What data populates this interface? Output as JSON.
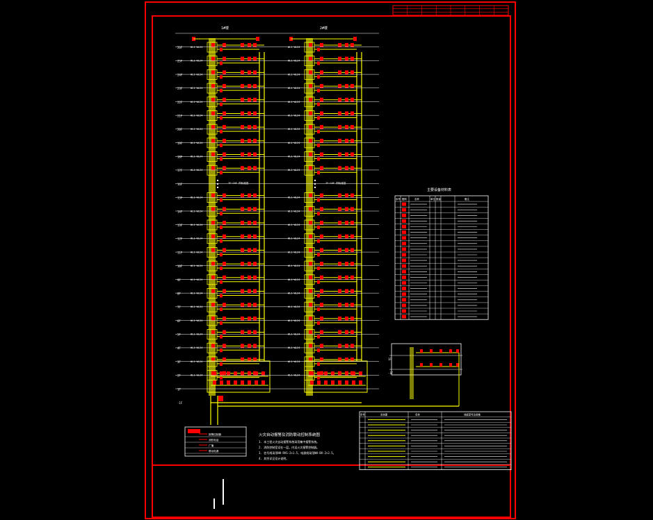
{
  "title_block": {
    "rows": 3,
    "cols": 8
  },
  "riser_diagram": {
    "block_a_header": "1#楼",
    "block_b_header": "2#楼",
    "floor_labels": [
      "26F",
      "25F",
      "24F",
      "23F",
      "22F",
      "21F",
      "20F",
      "19F",
      "18F",
      "17F",
      "16F",
      "15F",
      "14F",
      "13F",
      "12F",
      "11F",
      "10F",
      "9F",
      "8F",
      "7F",
      "6F",
      "5F",
      "4F",
      "3F",
      "2F",
      "1F",
      "-1F"
    ],
    "riser_tags": [
      "WL1~WL24"
    ],
    "skip_note": "7F~18F 同标准层",
    "podium_label": "1F",
    "podium_label_b": "-1F",
    "colors": {
      "wire": "#ffff00",
      "device": "#ff0000",
      "frame": "#ff0000",
      "text": "#ffffff"
    }
  },
  "legend_table": {
    "title": "主要设备材料表",
    "headers": [
      "序号",
      "图例",
      "名称",
      "单位",
      "数量",
      "备注"
    ],
    "row_count": 21
  },
  "wiring_table": {
    "headers": [
      "序号",
      "系统图",
      "名称",
      "线缆型号及规格"
    ],
    "row_count": 10
  },
  "notes": {
    "title": "火灾自动报警及消防联动控制系统图",
    "lines": [
      "1. 本工程火灾自动报警系统采用集中报警系统。",
      "2. 消防控制室设在一层，内设火灾报警控制器。",
      "3. 信号线采用NH-RVS-2×1.5，电源线采用NH-BV-2×2.5。",
      "4. 其余详见设计说明。"
    ]
  },
  "legend_box": {
    "items": [
      "报警控制器",
      "消防电话",
      "广播",
      "联动电源"
    ]
  }
}
